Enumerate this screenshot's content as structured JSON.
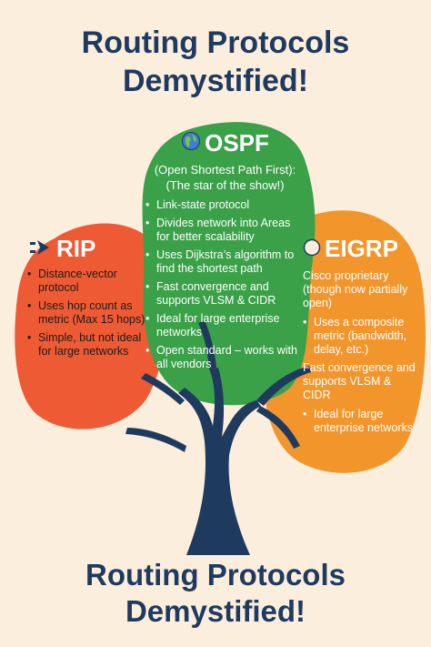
{
  "header": {
    "title_line1": "Routing Protocols",
    "title_line2": "Demystified!"
  },
  "footer": {
    "title_line1": "Routing Protocols",
    "title_line2": "Demystified!"
  },
  "colors": {
    "background": "#fbeedd",
    "title": "#1f3a5f",
    "rip": "#ee5a34",
    "ospf": "#3aa148",
    "eigrp": "#f2962c",
    "trunk": "#1f3a5f"
  },
  "rip": {
    "icon": "arrow-right-icon",
    "title": "RIP",
    "items": [
      "Distance-vector protocol",
      "Uses hop count as metric (Max 15 hops)",
      "Simple, but not ideal for large networks"
    ]
  },
  "ospf": {
    "icon": "globe-icon",
    "title": "OSPF",
    "subtitle_line1": "(Open Shortest Path First):",
    "subtitle_line2": "(The star of the show!)",
    "items": [
      "Link-state protocol",
      "Divides network into Areas for better scalability",
      "Uses Dijkstra’s algorithm to find the shortest path",
      "Fast convergence and supports VLSM & CIDR",
      "Ideal for large enterprise networks",
      "Open standard – works with all vendors"
    ]
  },
  "eigrp": {
    "icon": "compass-icon",
    "title": "EIGRP",
    "note": "Cisco proprietary (though now partially open)",
    "item_metric": "Uses a composite metric (bandwidth, delay, etc.)",
    "plain": "Fast convergence and supports VLSM & CIDR",
    "item_ideal": "Ideal for large enterprise networks"
  }
}
